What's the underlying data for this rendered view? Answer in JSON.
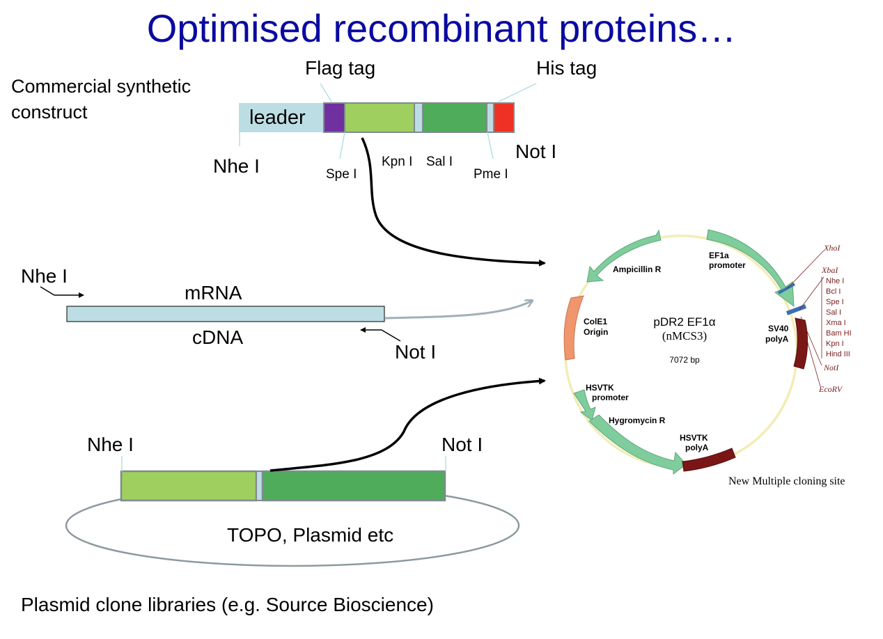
{
  "title": "Optimised recombinant proteins…",
  "construct": {
    "label_line1": "Commercial synthetic",
    "label_line2": "construct",
    "leader": "leader",
    "flag_tag": "Flag tag",
    "his_tag": "His tag",
    "sites": {
      "nhe": "Nhe I",
      "spe": "Spe I",
      "kpn": "Kpn I",
      "sal": "Sal I",
      "pme": "Pme I",
      "not": "Not I"
    }
  },
  "mrna": {
    "nhe": "Nhe I",
    "mrna": "mRNA",
    "cdna": "cDNA",
    "not": "Not I"
  },
  "topo": {
    "nhe": "Nhe I",
    "not": "Not I",
    "label": "TOPO, Plasmid etc"
  },
  "footer": "Plasmid clone libraries (e.g. Source Bioscience)",
  "plasmid": {
    "name": "pDR2 EF1α",
    "subname": "(nMCS3)",
    "size": "7072 bp",
    "caption": "New Multiple cloning site",
    "features": {
      "ampicillin": "Ampicillin R",
      "ef1a_1": "EF1a",
      "ef1a_2": "promoter",
      "cole1_1": "ColE1",
      "cole1_2": "Origin",
      "sv40_1": "SV40",
      "sv40_2": "polyA",
      "hsvtk_prom_1": "HSVTK",
      "hsvtk_prom_2": "promoter",
      "hygromycin": "Hygromycin R",
      "hsvtk_pa_1": "HSVTK",
      "hsvtk_pa_2": "polyA"
    },
    "mcs": {
      "xho": "XhoI",
      "xba": "XbaI",
      "list": [
        "Nhe I",
        "Bcl I",
        "Spe I",
        "Sal I",
        "Xma I",
        "Bam HI",
        "Kpn I",
        "Hind III"
      ],
      "not": "NotI",
      "eco": "EcoRV"
    }
  },
  "colors": {
    "title": "#0a0aa0",
    "leader": "#bcdde3",
    "flag": "#7030a0",
    "light_green": "#9fd05f",
    "dark_green": "#4fac5b",
    "his": "#ee3124",
    "feature_green": "#7fcc9c",
    "origin": "#f0956c",
    "polyA": "#7a1616",
    "mcs_text": "#7b2020"
  }
}
